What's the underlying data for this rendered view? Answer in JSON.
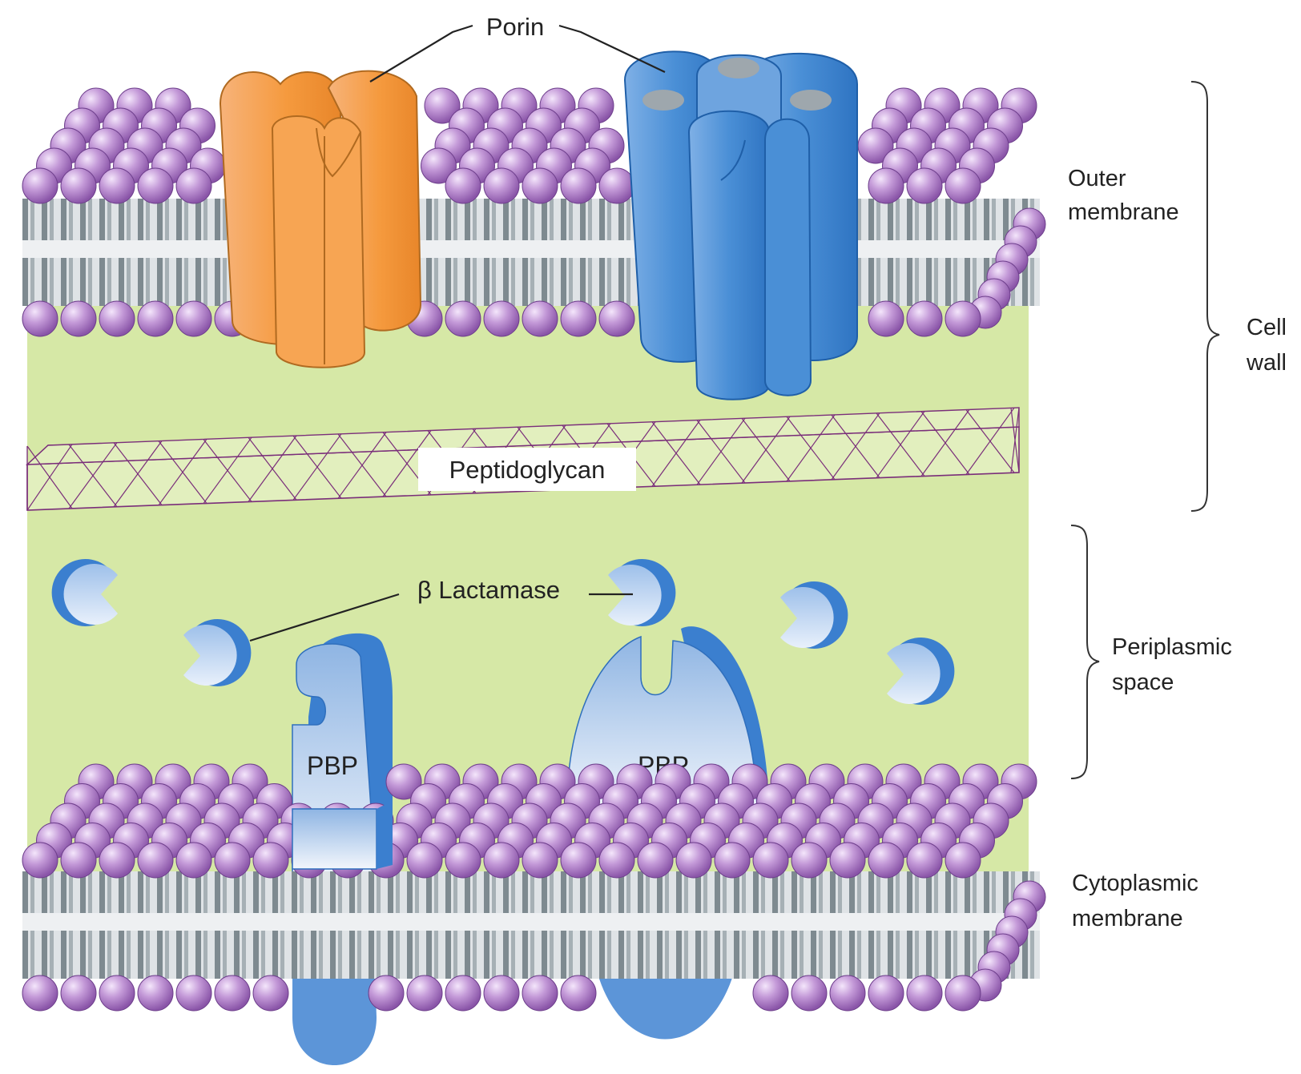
{
  "labels": {
    "porin": "Porin",
    "outer_membrane_line1": "Outer",
    "outer_membrane_line2": "membrane",
    "cell_wall_line1": "Cell",
    "cell_wall_line2": "wall",
    "peptidoglycan": "Peptidoglycan",
    "beta_lactamase": "β Lactamase",
    "periplasmic_line1": "Periplasmic",
    "periplasmic_line2": "space",
    "pbp_left": "PBP",
    "pbp_right": "PBP",
    "cytoplasmic_line1": "Cytoplasmic",
    "cytoplasmic_line2": "membrane"
  },
  "colors": {
    "lipid_head": "#b98ad0",
    "lipid_head_dark": "#7d4d9a",
    "tail_light": "#dfe3e6",
    "tail_dark": "#7e8a90",
    "periplasm": "#d6e8a6",
    "peptidoglycan_line": "#7a2e7a",
    "porin_orange": "#f59a3e",
    "porin_blue": "#4a8fd6",
    "enzyme_blue": "#3b7fcf",
    "enzyme_light": "#cfe0f5"
  }
}
